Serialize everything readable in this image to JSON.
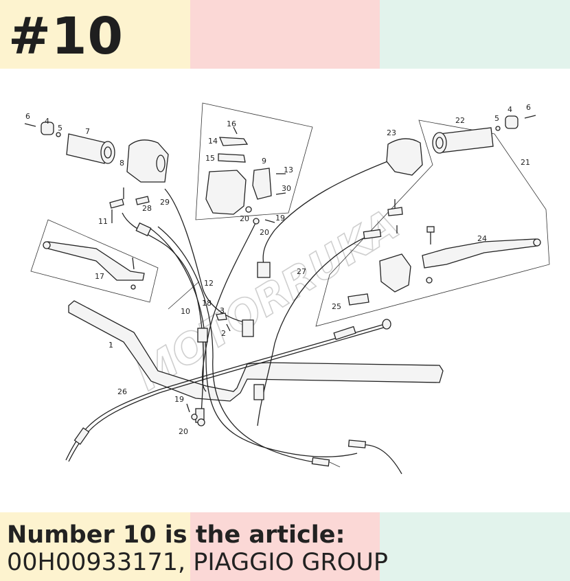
{
  "header": {
    "item_number": "#10"
  },
  "caption": {
    "line1": "Number 10 is the article:",
    "line2": "00H00933171, PIAGGIO GROUP"
  },
  "watermark": {
    "text": "MOTORRUKA"
  },
  "callouts": [
    {
      "id": "c6l",
      "text": "6"
    },
    {
      "id": "c4l",
      "text": "4"
    },
    {
      "id": "c5l",
      "text": "5"
    },
    {
      "id": "c7",
      "text": "7"
    },
    {
      "id": "c8",
      "text": "8"
    },
    {
      "id": "c16",
      "text": "16"
    },
    {
      "id": "c14",
      "text": "14"
    },
    {
      "id": "c15",
      "text": "15"
    },
    {
      "id": "c9",
      "text": "9"
    },
    {
      "id": "c13",
      "text": "13"
    },
    {
      "id": "c30",
      "text": "30"
    },
    {
      "id": "c29",
      "text": "29"
    },
    {
      "id": "c28",
      "text": "28"
    },
    {
      "id": "c11",
      "text": "11"
    },
    {
      "id": "c20a",
      "text": "20"
    },
    {
      "id": "c20b",
      "text": "20"
    },
    {
      "id": "c19a",
      "text": "19"
    },
    {
      "id": "c12",
      "text": "12"
    },
    {
      "id": "c17",
      "text": "17"
    },
    {
      "id": "c10",
      "text": "10"
    },
    {
      "id": "c18",
      "text": "18"
    },
    {
      "id": "c3",
      "text": "3"
    },
    {
      "id": "c2",
      "text": "2"
    },
    {
      "id": "c1",
      "text": "1"
    },
    {
      "id": "c26",
      "text": "26"
    },
    {
      "id": "c19b",
      "text": "19"
    },
    {
      "id": "c20c",
      "text": "20"
    },
    {
      "id": "c23",
      "text": "23"
    },
    {
      "id": "c22",
      "text": "22"
    },
    {
      "id": "c4r",
      "text": "4"
    },
    {
      "id": "c5r",
      "text": "5"
    },
    {
      "id": "c6r",
      "text": "6"
    },
    {
      "id": "c21",
      "text": "21"
    },
    {
      "id": "c24",
      "text": "24"
    },
    {
      "id": "c27",
      "text": "27"
    },
    {
      "id": "c25",
      "text": "25"
    }
  ]
}
